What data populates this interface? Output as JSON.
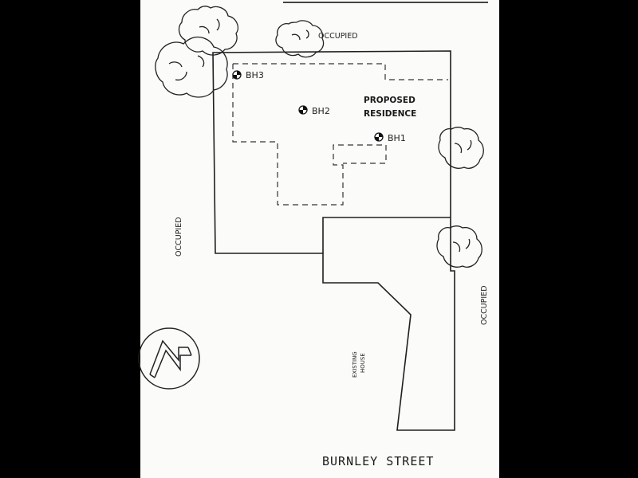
{
  "labels": {
    "occupied_top": "OCCUPIED",
    "occupied_left": "OCCUPIED",
    "occupied_right": "OCCUPIED",
    "proposed_line1": "PROPOSED",
    "proposed_line2": "RESIDENCE",
    "existing_line1": "EXISTING",
    "existing_line2": "HOUSE",
    "street": "BURNLEY STREET"
  },
  "boreholes": {
    "bh1": "BH1",
    "bh2": "BH2",
    "bh3": "BH3"
  },
  "north_arrow": {
    "letter": "N",
    "icon": "north-arrow-icon"
  },
  "colors": {
    "page": "#fbfbf9",
    "ink": "#1f1f1f",
    "background": "#000000"
  }
}
